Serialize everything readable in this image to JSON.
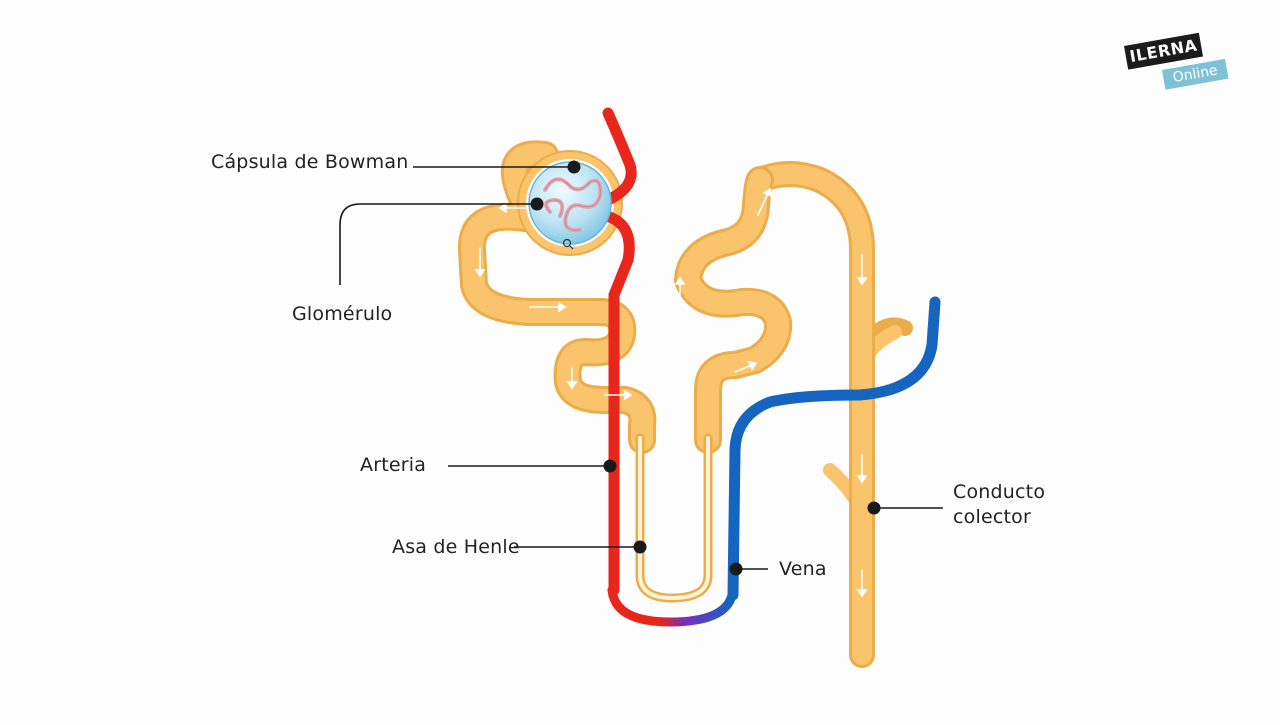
{
  "labels": {
    "bowman": "Cápsula de Bowman",
    "glomerulo": "Glomérulo",
    "arteria": "Arteria",
    "henle": "Asa de Henle",
    "vena": "Vena",
    "colector_line1": "Conducto",
    "colector_line2": "colector"
  },
  "logo": {
    "top": "ILERNA",
    "bottom": "Online"
  },
  "colors": {
    "tubule": "#f9c46b",
    "tubule_dark": "#ecac4a",
    "artery": "#e8261c",
    "vein": "#1565c0",
    "capsule_blue": "#a8dcef",
    "leader": "#1a1a1a"
  },
  "icons": [
    "flow-arrow-icon",
    "zoom-cursor-icon"
  ]
}
